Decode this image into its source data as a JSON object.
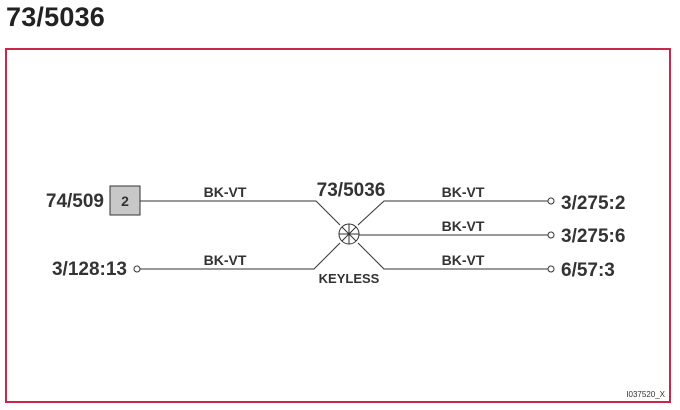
{
  "title": "73/5036",
  "splice": {
    "label": "73/5036",
    "sublabel": "KEYLESS"
  },
  "connectors": {
    "left_top": {
      "label": "74/509",
      "pin": "2"
    },
    "left_bottom": {
      "label": "3/128:13"
    },
    "right_top": {
      "label": "3/275:2"
    },
    "right_middle": {
      "label": "3/275:6"
    },
    "right_bottom": {
      "label": "6/57:3"
    }
  },
  "wires": {
    "left_top": {
      "color_code": "BK-VT"
    },
    "left_bottom": {
      "color_code": "BK-VT"
    },
    "right_top": {
      "color_code": "BK-VT"
    },
    "right_middle": {
      "color_code": "BK-VT"
    },
    "right_bottom": {
      "color_code": "BK-VT"
    }
  },
  "figure_ref": "I037520_X",
  "colors": {
    "frame": "#c8274a",
    "pin_box_fill": "#c8c8c8",
    "line": "#333333"
  }
}
